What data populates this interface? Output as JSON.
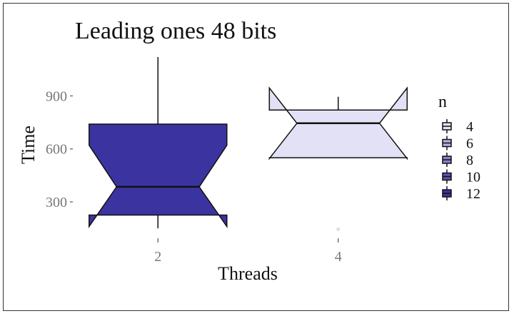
{
  "chart_data": {
    "type": "boxplot",
    "title": "Leading ones 48 bits",
    "xlabel": "Threads",
    "ylabel": "Time",
    "categories": [
      "2",
      "4"
    ],
    "yticks": [
      300,
      600,
      900
    ],
    "ylim": [
      110,
      1140
    ],
    "notched": true,
    "boxes": [
      {
        "category": "2",
        "fill": "#3b34a0",
        "whisker_low": 150,
        "q1": 225,
        "median": 385,
        "q3": 740,
        "whisker_high": 1120,
        "notch_low": 160,
        "notch_high": 620,
        "outliers": []
      },
      {
        "category": "4",
        "fill": "#e3e1f5",
        "whisker_low": 550,
        "q1": 550,
        "median": 745,
        "q3": 820,
        "whisker_high": 895,
        "notch_low": 545,
        "notch_high": 945,
        "outliers": [
          145
        ]
      }
    ],
    "legend": {
      "title": "n",
      "position": "right",
      "entries": [
        {
          "label": "4",
          "color": "#e3e1f5"
        },
        {
          "label": "6",
          "color": "#b3aee0"
        },
        {
          "label": "8",
          "color": "#8680c9"
        },
        {
          "label": "10",
          "color": "#5a52b2"
        },
        {
          "label": "12",
          "color": "#3b34a0"
        }
      ]
    },
    "grid": false
  }
}
